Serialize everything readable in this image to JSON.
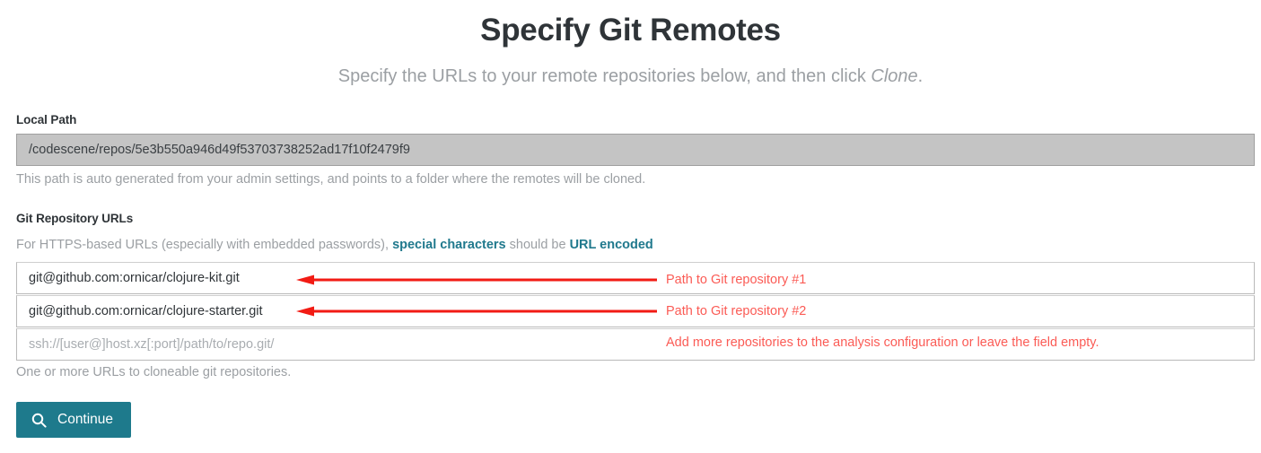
{
  "page": {
    "title": "Specify Git Remotes",
    "subtitle_before": "Specify the URLs to your remote repositories below, and then click ",
    "subtitle_emphasis": "Clone",
    "subtitle_after": "."
  },
  "local_path": {
    "label": "Local Path",
    "value": "/codescene/repos/5e3b550a946d49f53703738252ad17f10f2479f9",
    "help": "This path is auto generated from your admin settings, and points to a folder where the remotes will be cloned."
  },
  "git_urls": {
    "label": "Git Repository URLs",
    "help_prefix": "For HTTPS-based URLs (especially with embedded passwords), ",
    "help_link1": "special characters",
    "help_middle": " should be ",
    "help_link2": "URL encoded",
    "rows": [
      {
        "value": "git@github.com:ornicar/clojure-kit.git",
        "placeholder": "ssh://[user@]host.xz[:port]/path/to/repo.git/"
      },
      {
        "value": "git@github.com:ornicar/clojure-starter.git",
        "placeholder": "ssh://[user@]host.xz[:port]/path/to/repo.git/"
      },
      {
        "value": "",
        "placeholder": "ssh://[user@]host.xz[:port]/path/to/repo.git/"
      }
    ],
    "help_bottom": "One or more URLs to cloneable git repositories."
  },
  "annotations": [
    {
      "text": "Path to Git repository #1"
    },
    {
      "text": "Path to Git repository #2"
    },
    {
      "text": "Add more repositories to the analysis configuration or leave the field empty."
    }
  ],
  "actions": {
    "continue_label": "Continue",
    "continue_icon": "search-icon"
  },
  "colors": {
    "accent_teal": "#1e7a8c",
    "link_teal": "#20798d",
    "annotation_red": "#fb5b55",
    "arrow_red": "#f21b14",
    "muted_text": "#9b9fa3",
    "disabled_field_bg": "#c4c4c4"
  }
}
